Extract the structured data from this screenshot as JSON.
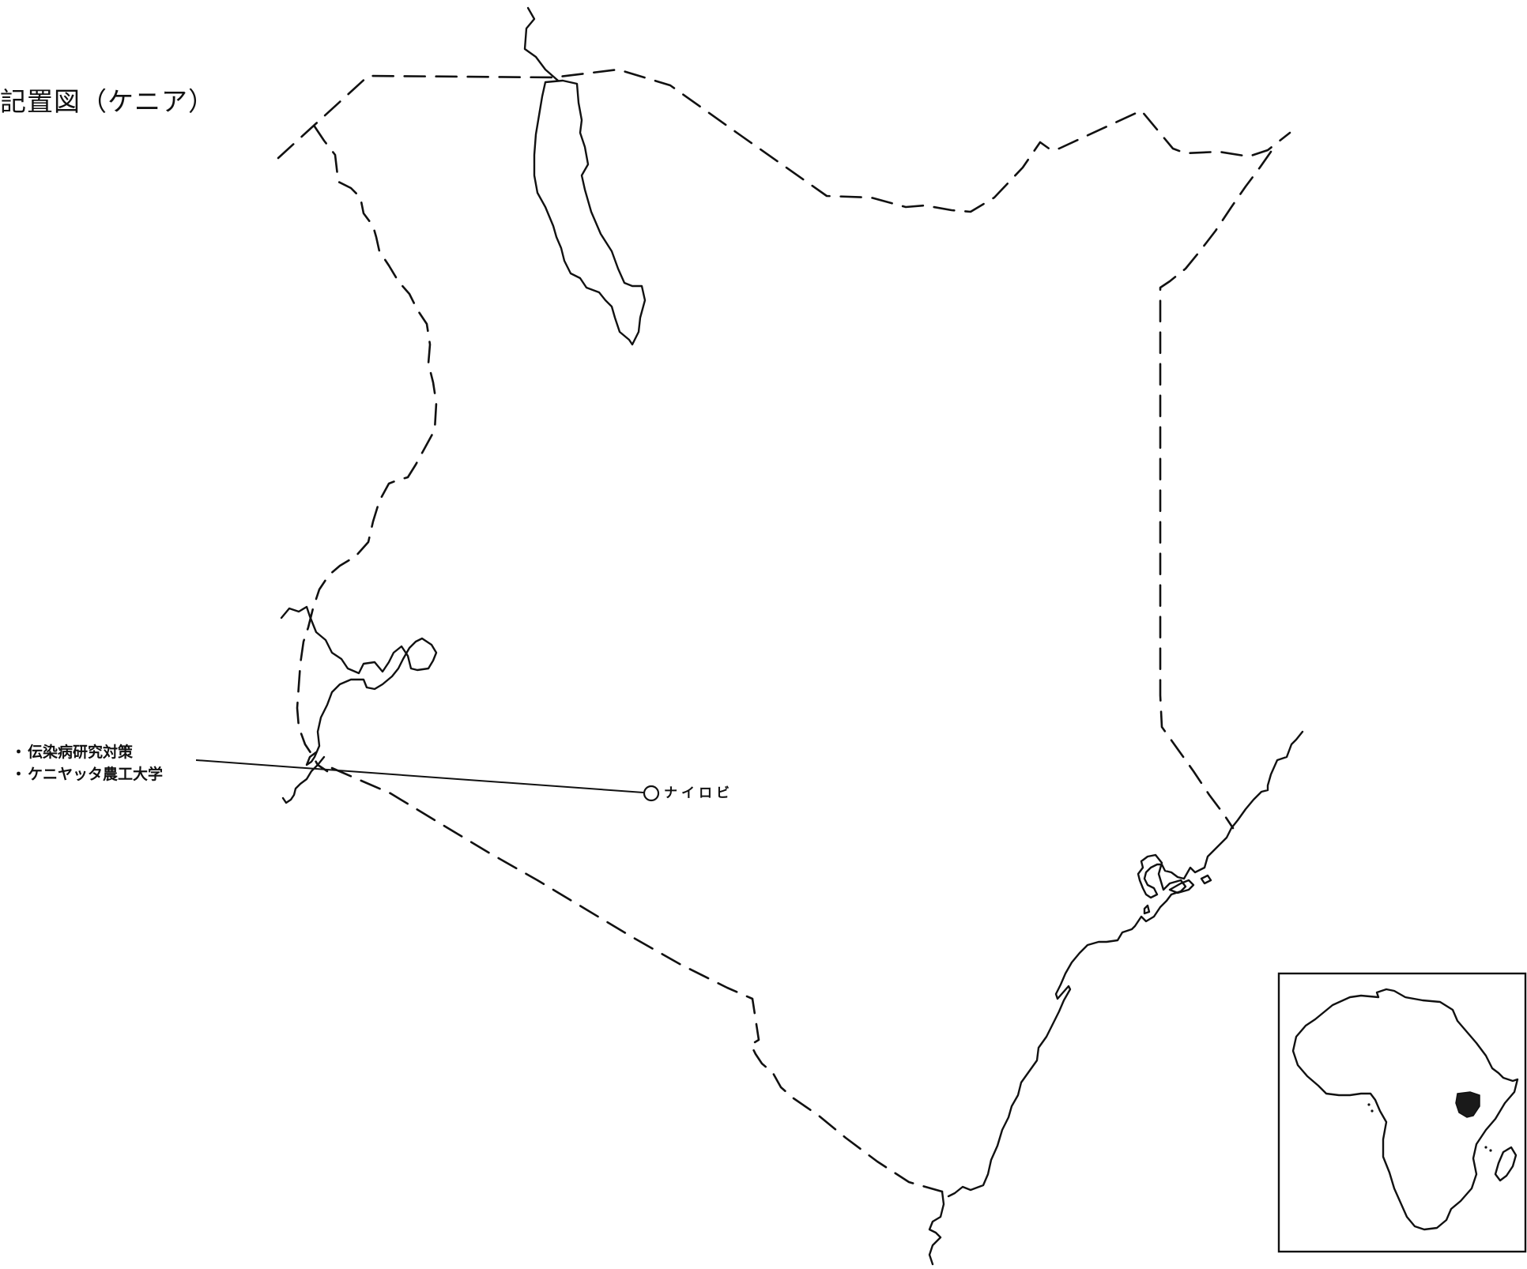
{
  "map": {
    "title": "記置図（ケニア）",
    "projects": [
      "伝染病研究対策",
      "ケニヤッタ農工大学"
    ],
    "city": {
      "name": "ナイロビ",
      "marker": "circle-marker"
    },
    "inset": {
      "subject": "africa-outline-with-kenya-highlighted"
    },
    "colors": {
      "ink": "#111111",
      "background": "#ffffff"
    }
  }
}
